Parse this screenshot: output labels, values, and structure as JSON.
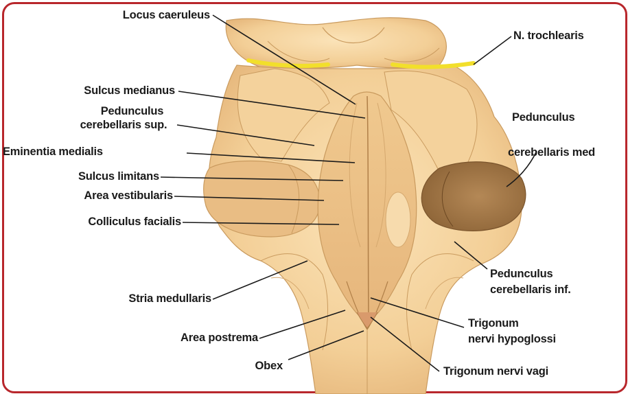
{
  "labels": {
    "locus_caeruleus": "Locus caeruleus",
    "n_trochlearis": "N. trochlearis",
    "sulcus_medianus": "Sulcus medianus",
    "pedunculus_sup_line1": "Pedunculus",
    "pedunculus_sup_line2": "cerebellaris sup.",
    "pedunculus_med_line1": "Pedunculus",
    "pedunculus_med_line2": "cerebellaris med",
    "eminentia_medialis": "Eminentia medialis",
    "sulcus_limitans": "Sulcus limitans",
    "area_vestibularis": "Area vestibularis",
    "colliculus_facialis": "Colliculus facialis",
    "pedunculus_inf_line1": "Pedunculus",
    "pedunculus_inf_line2": "cerebellaris inf.",
    "stria_medullaris": "Stria medullaris",
    "trigonum_hypoglossi_line1": "Trigonum",
    "trigonum_hypoglossi_line2": "nervi hypoglossi",
    "area_postrema": "Area postrema",
    "obex": "Obex",
    "trigonum_vagi": "Trigonum nervi vagi"
  },
  "colors": {
    "frame_border": "#b8262b",
    "tissue_light": "#f6d7a4",
    "tissue_mid": "#eec48a",
    "tissue_outline": "#c99a5e",
    "cut_surface": "#a57b4c",
    "nerve": "#f2df2b",
    "leader_line": "#1a1a1a"
  }
}
